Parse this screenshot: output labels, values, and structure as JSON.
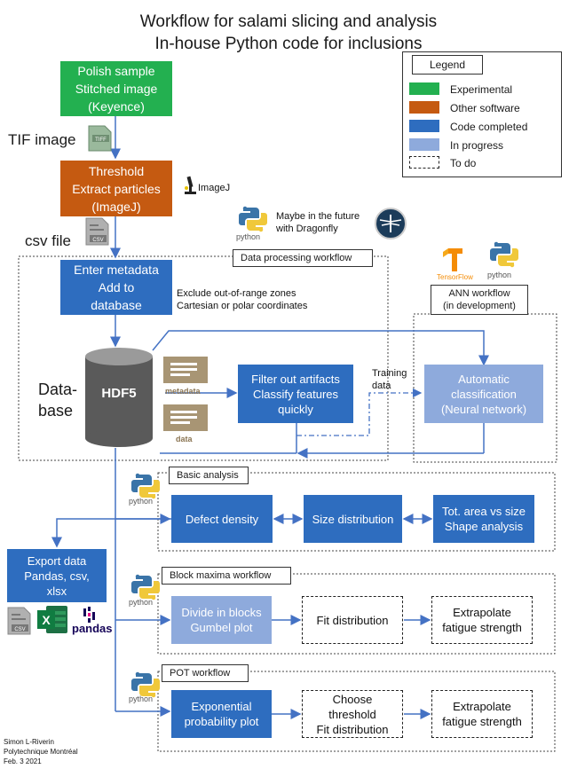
{
  "title": {
    "line1": "Workflow for salami slicing and analysis",
    "line2": "In-house Python code for inclusions"
  },
  "legend": {
    "heading": "Legend",
    "items": [
      {
        "label": "Experimental",
        "color": "#23b050"
      },
      {
        "label": "Other software",
        "color": "#c55a11"
      },
      {
        "label": "Code completed",
        "color": "#2e6dbf"
      },
      {
        "label": "In progress",
        "color": "#8eaadc"
      },
      {
        "label": "To do",
        "color": "dashed"
      }
    ]
  },
  "nodes": {
    "polish": "Polish sample\nStitched image\n(Keyence)",
    "tif_label": "TIF image",
    "tif_icon": "TIFF",
    "threshold": "Threshold\nExtract particles\n(ImageJ)",
    "imagej": "ImageJ",
    "csv_label": "csv file",
    "csv_icon": "CSV",
    "future_note": "Maybe in the future\nwith Dragonfly",
    "data_processing": "Data processing workflow",
    "metadata_box": "Enter metadata\nAdd to\ndatabase",
    "exclude_note": "Exclude out-of-range zones\nCartesian or polar coordinates",
    "database_label": "Data-\nbase",
    "hdf5": "HDF5",
    "metadata_file": "metadata",
    "data_file": "data",
    "filter": "Filter out artifacts\nClassify features\nquickly",
    "training": "Training\ndata",
    "ann_workflow": "ANN workflow\n(in development)",
    "automatic": "Automatic\nclassification\n(Neural network)",
    "tensorflow": "TensorFlow",
    "basic_analysis": "Basic analysis",
    "defect_density": "Defect density",
    "size_distribution": "Size distribution",
    "tot_area": "Tot. area vs size\nShape analysis",
    "export": "Export data\nPandas, csv,\nxlsx",
    "block_maxima": "Block maxima workflow",
    "divide_blocks": "Divide in blocks\nGumbel plot",
    "fit_distribution": "Fit distribution",
    "extrapolate_1": "Extrapolate\nfatigue strength",
    "pot_workflow": "POT workflow",
    "exponential": "Exponential\nprobability plot",
    "choose_threshold": "Choose\nthreshold\nFit distribution",
    "extrapolate_2": "Extrapolate\nfatigue strength",
    "python": "python",
    "pandas": "pandas",
    "excel": "X"
  },
  "author": {
    "name": "Simon L-Riverin",
    "org": "Polytechnique Montréal",
    "date": "Feb. 3 2021"
  }
}
